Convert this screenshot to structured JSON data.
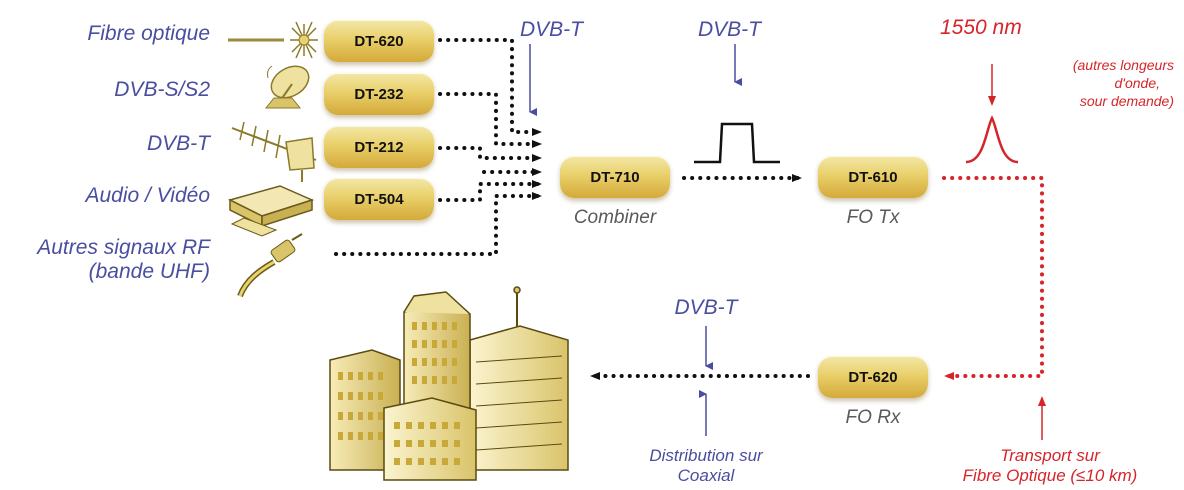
{
  "sources": [
    {
      "label": "Fibre optique",
      "icon": "laser-icon",
      "device": "DT-620"
    },
    {
      "label": "DVB-S/S2",
      "icon": "satellite-dish-icon",
      "device": "DT-232"
    },
    {
      "label": "DVB-T",
      "icon": "antenna-icon",
      "device": "DT-212"
    },
    {
      "label": "Audio / Vidéo",
      "icon": "video-player-icon",
      "device": "DT-504"
    }
  ],
  "other_rf": {
    "line1": "Autres signaux RF",
    "line2": "(bande UHF)",
    "icon": "rf-cable-icon"
  },
  "combiner": {
    "device": "DT-710",
    "caption": "Combiner",
    "input_signal": "DVB-T"
  },
  "transmitter": {
    "device": "DT-610",
    "caption": "FO Tx",
    "input_signal": "DVB-T"
  },
  "wavelength": {
    "value": "1550 nm",
    "note_line1": "(autres longeurs",
    "note_line2": "d'onde,",
    "note_line3": "sour demande)"
  },
  "receiver": {
    "device": "DT-620",
    "caption": "FO Rx"
  },
  "transport": {
    "line1": "Transport sur",
    "line2": "Fibre Optique (≤10 km)"
  },
  "distribution": {
    "signal": "DVB-T",
    "line1": "Distribution sur",
    "line2": "Coaxial",
    "icon": "city-buildings-icon"
  },
  "colors": {
    "label_blue": "#4a4ea0",
    "caption_grey": "#5a5a5a",
    "fiber_red": "#d6252a",
    "box_gold": "#e3c45a",
    "dots_black": "#111111"
  }
}
